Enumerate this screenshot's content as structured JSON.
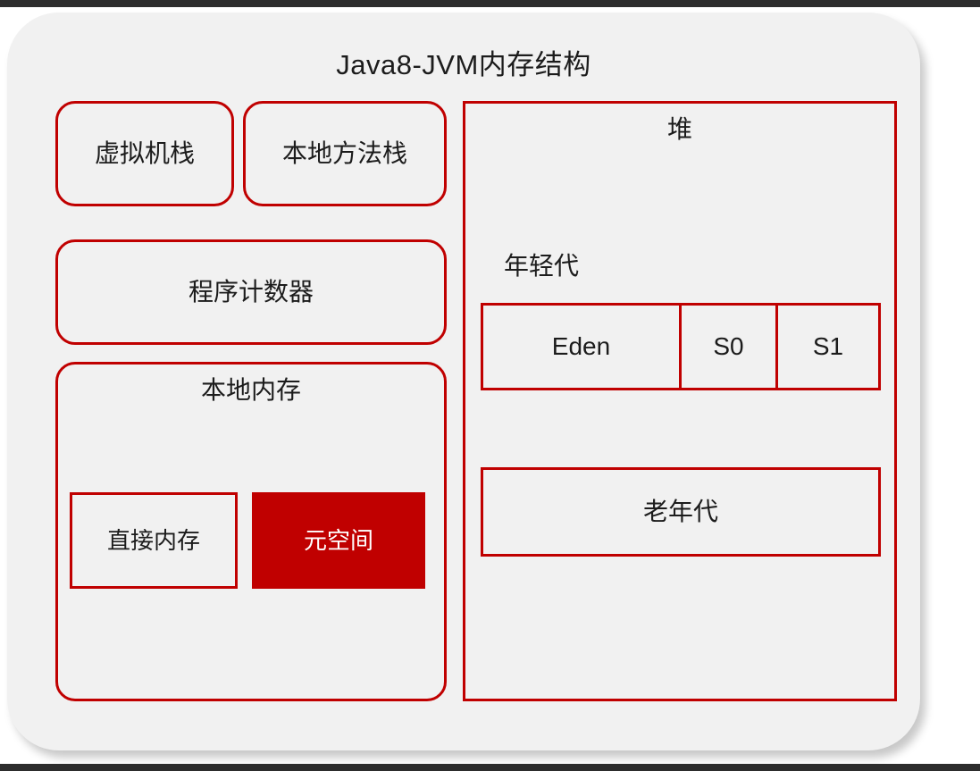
{
  "diagram": {
    "title": "Java8-JVM内存结构",
    "accent_color": "#C00000",
    "surface_color": "#F1F1F1",
    "chrome_color": "#2D2D2D",
    "left_column": {
      "vm_stack": "虚拟机栈",
      "native_method_stack": "本地方法栈",
      "program_counter": "程序计数器",
      "native_memory": {
        "label": "本地内存",
        "direct_memory": "直接内存",
        "metaspace": "元空间"
      }
    },
    "heap": {
      "label": "堆",
      "young_generation": {
        "label": "年轻代",
        "regions": [
          {
            "name": "Eden"
          },
          {
            "name": "S0"
          },
          {
            "name": "S1"
          }
        ]
      },
      "old_generation": "老年代"
    }
  }
}
